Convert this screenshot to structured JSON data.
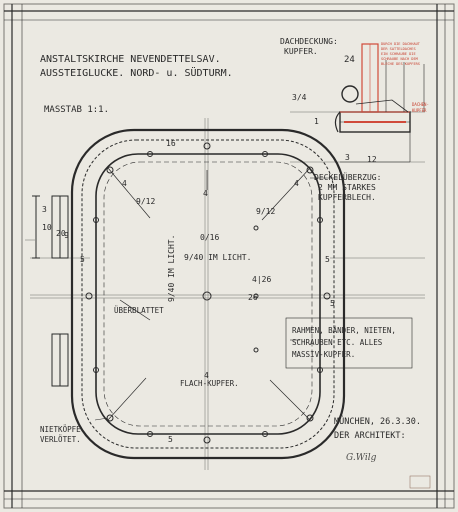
{
  "title": {
    "line1": "ANSTALTSKIRCHE NEVENDETTELSAV.",
    "line2": "AUSSTEIGLUCKE. NORD- u. SÜDTURM."
  },
  "scale": "MASSTAB 1:1.",
  "roofing": {
    "line1": "DACHDECKUNG:",
    "line2": "KUPFER.",
    "size": "24"
  },
  "side_note": {
    "line1": "DURCH DIE DACHHAUT",
    "line2": "DER SATTELDACHES",
    "line3": "EIN SCHRAUBE DIE",
    "line4": "SCHRAUBE NACH DEM",
    "line5": "BLECHE DES KUPFERS"
  },
  "red_note": {
    "line1": "DACHEN-",
    "line2": "KUPFER"
  },
  "cover_note": {
    "line1": "DECKELÜBERZUG:",
    "line2": "2 MM STARKES",
    "line3": "KUPFERBLECH."
  },
  "frame_note": {
    "line1": "RAHMEN, BÄNDER, NIETEN,",
    "line2": "SCHRAUBEN ETC. ALLES",
    "line3": "MASSIV-KUPFER."
  },
  "rivet_note": {
    "line1": "NIETKÖPFE",
    "line2": "VERLÖTET."
  },
  "overlap_label": "ÜBERBLATTET",
  "flat_copper": "FLACH-KUPFER.",
  "clear_width": "9/40 IM LICHT.",
  "clear_height": "9/40 IM LICHT.",
  "dims": {
    "d16": "16",
    "d16b": "0/16",
    "d4a": "4",
    "d4b": "4",
    "d5a": "5",
    "d5b": "5",
    "d5c": "5",
    "d5d": "5",
    "d12": "12",
    "d3a": "3",
    "d3b": "3",
    "d1": "1",
    "d26": "26",
    "d9": "9",
    "diag1": "9/12",
    "diag2": "9/12",
    "d4c": "4",
    "d4d": "4",
    "d10": "10",
    "d20": "20",
    "d34": "3/4",
    "d26b": "4|26"
  },
  "signature": {
    "place_date": "MÜNCHEN, 26.3.30.",
    "architect": "DER ARCHITEKT:",
    "sign": "G.Wilg"
  }
}
